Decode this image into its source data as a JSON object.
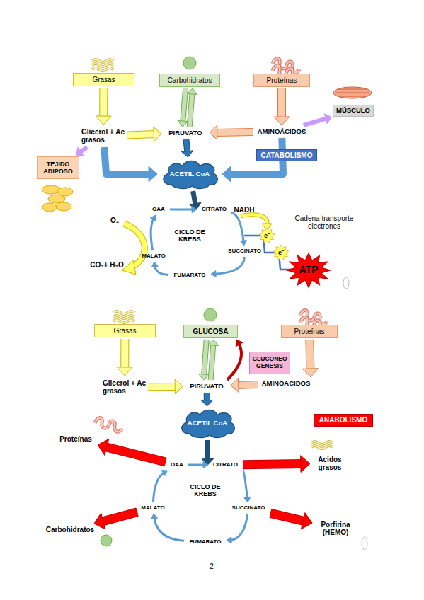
{
  "diagram": {
    "nodes": [
      {
        "text": [
          "Grasas"
        ]
      },
      {
        "text": [
          "Carbohidratos"
        ]
      },
      {
        "text": [
          "Proteínas"
        ]
      },
      {
        "text": [
          "MÚSCULO"
        ]
      },
      {
        "text": [
          "Glicerol + Ac grasos"
        ]
      },
      {
        "text": [
          "PIRUVATO"
        ]
      },
      {
        "text": [
          "AMINOÁCIDOS"
        ]
      },
      {
        "text": [
          "TEJIDO ADIPOSO"
        ]
      },
      {
        "text": [
          "CATABOLISMO"
        ]
      },
      {
        "text": [
          "ACETIL CoA"
        ]
      },
      {
        "text": [
          "OAA"
        ]
      },
      {
        "text": [
          "CITRATO"
        ]
      },
      {
        "text": [
          "SUCCINATO"
        ]
      },
      {
        "text": [
          "FUMARATO"
        ]
      },
      {
        "text": [
          "MALATO"
        ]
      },
      {
        "text": [
          "e⁻"
        ]
      },
      {
        "text": [
          "e⁻"
        ]
      },
      {
        "text": [
          "ATP"
        ]
      },
      {
        "text": [
          "Grasas"
        ]
      },
      {
        "text": [
          "GLUCOSA"
        ]
      },
      {
        "text": [
          "Proteínas"
        ]
      },
      {
        "text": [
          "GLUCONEO GENESIS"
        ]
      },
      {
        "text": [
          "Glicerol + Ac grasos"
        ]
      },
      {
        "text": [
          "PIRUVATO"
        ]
      },
      {
        "text": [
          "AMINOACIDOS"
        ]
      },
      {
        "text": [
          "ANABOLISMO"
        ]
      },
      {
        "text": [
          "ACETIL CoA"
        ]
      },
      {
        "text": [
          "Proteínas"
        ]
      },
      {
        "text": [
          "OAA"
        ]
      },
      {
        "text": [
          "CITRATO"
        ]
      },
      {
        "text": [
          "Acidos grasos"
        ]
      },
      {
        "text": [
          "MALATO"
        ]
      },
      {
        "text": [
          "SUCCINATO"
        ]
      },
      {
        "text": [
          "Porfirina (HEMO)"
        ]
      },
      {
        "text": [
          "Carbohidratos"
        ]
      },
      {
        "text": [
          "FUMARATO"
        ]
      }
    ],
    "edges": [
      {
        "from": 0,
        "to": 4,
        "arrow": "to"
      },
      {
        "from": 1,
        "to": 5,
        "arrow": "to"
      },
      {
        "from": 5,
        "to": 1,
        "arrow": "to"
      },
      {
        "from": 2,
        "to": 6,
        "arrow": "to"
      },
      {
        "from": 4,
        "to": 5,
        "arrow": "to"
      },
      {
        "from": 6,
        "to": 5,
        "arrow": "to"
      },
      {
        "from": 6,
        "to": 3,
        "arrow": "to"
      },
      {
        "from": 4,
        "to": 7,
        "arrow": "to"
      },
      {
        "from": 5,
        "to": 9,
        "arrow": "to"
      },
      {
        "from": 4,
        "to": 9,
        "arrow": "to"
      },
      {
        "from": 6,
        "to": 9,
        "arrow": "to"
      },
      {
        "from": 9,
        "to": 11,
        "arrow": "to"
      },
      {
        "from": 10,
        "to": 11,
        "arrow": "to"
      },
      {
        "from": 11,
        "to": 12,
        "arrow": "to"
      },
      {
        "from": 12,
        "to": 13,
        "arrow": "to"
      },
      {
        "from": 13,
        "to": 14,
        "arrow": "to"
      },
      {
        "from": 14,
        "to": 10,
        "arrow": "to"
      },
      {
        "from": 18,
        "to": 22,
        "arrow": "to"
      },
      {
        "from": 19,
        "to": 23,
        "arrow": "to"
      },
      {
        "from": 23,
        "to": 19,
        "arrow": "to"
      },
      {
        "from": 20,
        "to": 24,
        "arrow": "to"
      },
      {
        "from": 22,
        "to": 23,
        "arrow": "to"
      },
      {
        "from": 24,
        "to": 23,
        "arrow": "to"
      },
      {
        "from": 23,
        "to": 19,
        "arrow": "to"
      },
      {
        "from": 23,
        "to": 26,
        "arrow": "to"
      },
      {
        "from": 26,
        "to": 29,
        "arrow": "to"
      },
      {
        "from": 28,
        "to": 29,
        "arrow": "to"
      },
      {
        "from": 29,
        "to": 32,
        "arrow": "to"
      },
      {
        "from": 32,
        "to": 35,
        "arrow": "to"
      },
      {
        "from": 35,
        "to": 31,
        "arrow": "to"
      },
      {
        "from": 31,
        "to": 28,
        "arrow": "to"
      },
      {
        "from": 28,
        "to": 27,
        "arrow": "to"
      },
      {
        "from": 29,
        "to": 30,
        "arrow": "to"
      },
      {
        "from": 32,
        "to": 33,
        "arrow": "to"
      },
      {
        "from": 31,
        "to": 34,
        "arrow": "to"
      }
    ],
    "labels": [
      "CICLO DE KREBS",
      "NADH",
      "O₂",
      "CO₂+ H₂O",
      "Cadena transporte electrones",
      "CICLO DE KREBS",
      "2"
    ]
  }
}
